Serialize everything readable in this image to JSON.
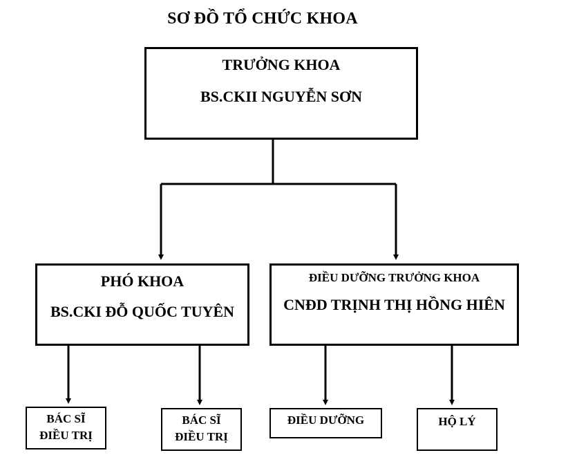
{
  "title": "SƠ ĐỒ TỔ CHỨC KHOA",
  "nodes": {
    "head": {
      "role": "TRƯỞNG KHOA",
      "name": "BS.CKII NGUYỄN SƠN"
    },
    "deputy": {
      "role": "PHÓ KHOA",
      "name": "BS.CKI ĐỖ QUỐC TUYÊN"
    },
    "head_nurse": {
      "role": "ĐIỀU DƯỠNG TRƯỞNG KHOA",
      "name": "CNĐD TRỊNH THỊ HỒNG HIÊN"
    },
    "doctor_1": {
      "line1": "BÁC SĨ",
      "line2": "ĐIỀU TRỊ"
    },
    "doctor_2": {
      "line1": "BÁC SĨ",
      "line2": "ĐIỀU TRỊ"
    },
    "nurse": {
      "line1": "ĐIỀU DƯỠNG"
    },
    "orderly": {
      "line1": "HỘ LÝ"
    }
  },
  "edges": [
    [
      "head",
      "deputy"
    ],
    [
      "head",
      "head_nurse"
    ],
    [
      "deputy",
      "doctor_1"
    ],
    [
      "deputy",
      "doctor_2"
    ],
    [
      "head_nurse",
      "nurse"
    ],
    [
      "head_nurse",
      "orderly"
    ]
  ]
}
